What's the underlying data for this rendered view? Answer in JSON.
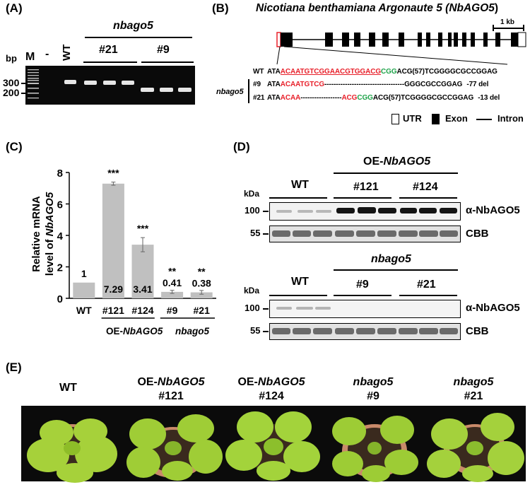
{
  "panels": {
    "a": {
      "label": "(A)",
      "group": "nbago5",
      "lanes": [
        "M",
        "-",
        "WT"
      ],
      "lines": [
        "#21",
        "#9"
      ],
      "unit": "bp",
      "markers": [
        "300",
        "200"
      ]
    },
    "b": {
      "label": "(B)",
      "title_main": "Nicotiana benthamiana Argonaute 5 (",
      "title_gene": "NbAGO5",
      "title_end": ")",
      "scale": "1 kb",
      "seq": {
        "wt_label": "WT",
        "group_label": "nbago5",
        "wt": {
          "red": "ACAATGTCGGAACGTGGACG",
          "green": "CGG",
          "pre": "ATA",
          "post": "ACG(57)TCGGGGCGCCGGAG"
        },
        "l9": {
          "label": "#9",
          "pre": "ATA",
          "red": "ACAATGTCG",
          "dashes": "-----------------------------------",
          "post": "GGGCGCCGGAG",
          "del": "-77 del"
        },
        "l21": {
          "label": "#21",
          "pre": "ATA",
          "red": "ACAA",
          "dashes": "------------------",
          "red2": "ACG",
          "green": "CGG",
          "post": "ACG(57)TCGGGGCGCCGGAG",
          "del": "-13 del"
        }
      },
      "legend": {
        "utr": "UTR",
        "exon": "Exon",
        "intron": "Intron"
      }
    },
    "c": {
      "label": "(C)",
      "ylabel_1": "Relative mRNA",
      "ylabel_2": "level of ",
      "ylabel_gene": "NbAGO5",
      "group1_prefix": "OE-",
      "group1_gene": "NbAGO5",
      "group2": "nbago5"
    },
    "d": {
      "label": "(D)",
      "kda": "kDa",
      "top_group_prefix": "OE-",
      "top_group_gene": "NbAGO5",
      "top_wt": "WT",
      "top_lines": [
        "#121",
        "#124"
      ],
      "bottom_group": "nbago5",
      "bottom_wt": "WT",
      "bottom_lines": [
        "#9",
        "#21"
      ],
      "markers": [
        "100",
        "55"
      ],
      "antibody": "α-NbAGO5",
      "loading": "CBB"
    },
    "e": {
      "label": "(E)",
      "plants": [
        {
          "line1": "WT",
          "line2": ""
        },
        {
          "line1_prefix": "OE-",
          "line1_gene": "NbAGO5",
          "line2": "#121"
        },
        {
          "line1_prefix": "OE-",
          "line1_gene": "NbAGO5",
          "line2": "#124"
        },
        {
          "line1_gene": "nbago5",
          "line2": "#9"
        },
        {
          "line1_gene": "nbago5",
          "line2": "#21"
        }
      ]
    }
  },
  "chart_data": {
    "type": "bar",
    "categories": [
      "WT",
      "#121",
      "#124",
      "#9",
      "#21"
    ],
    "values": [
      1,
      7.29,
      3.41,
      0.41,
      0.38
    ],
    "value_labels": [
      "1",
      "7.29",
      "3.41",
      "0.41",
      "0.38"
    ],
    "errors": [
      0,
      0.1,
      0.45,
      0.1,
      0.12
    ],
    "significance": [
      "",
      "***",
      "***",
      "**",
      "**"
    ],
    "ylim": [
      0,
      8
    ],
    "yticks": [
      "0",
      "2",
      "4",
      "6",
      "8"
    ],
    "bar_color": "#c0c0c0"
  }
}
